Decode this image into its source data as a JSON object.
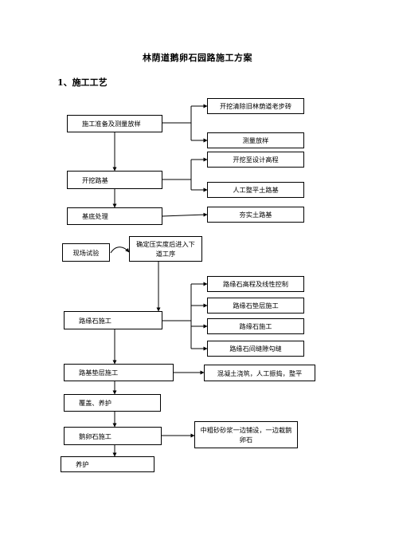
{
  "document": {
    "title": "林荫道鹅卵石园路施工方案",
    "section_heading": "1、施工工艺"
  },
  "flowchart": {
    "prep": "施工准备及测量放样",
    "prep_sub1": "开挖清除旧林荫道老步砖",
    "prep_sub2": "测量放样",
    "excavate": "开挖路基",
    "excavate_sub1": "开挖至设计高程",
    "excavate_sub2": "人工整平土路基",
    "base_treat": "基底处理",
    "base_treat_sub": "夯实土路基",
    "field_test": "现场试验",
    "confirm": "确定压实度后进入下道工序",
    "curb": "路缘石施工",
    "curb_sub1": "路缘石高程及线性控制",
    "curb_sub2": "路缘石垫层施工",
    "curb_sub3": "路缘石施工",
    "curb_sub4": "路缘石间缝隙勾缝",
    "cushion": "路基垫层施工",
    "cushion_sub": "混凝土浇筑，人工振捣，整平",
    "cover": "覆盖、养护",
    "pebble": "鹅卵石施工",
    "pebble_sub": "中粗砂砂浆一边铺设，一边栽鹅卵石",
    "cure": "养护"
  }
}
